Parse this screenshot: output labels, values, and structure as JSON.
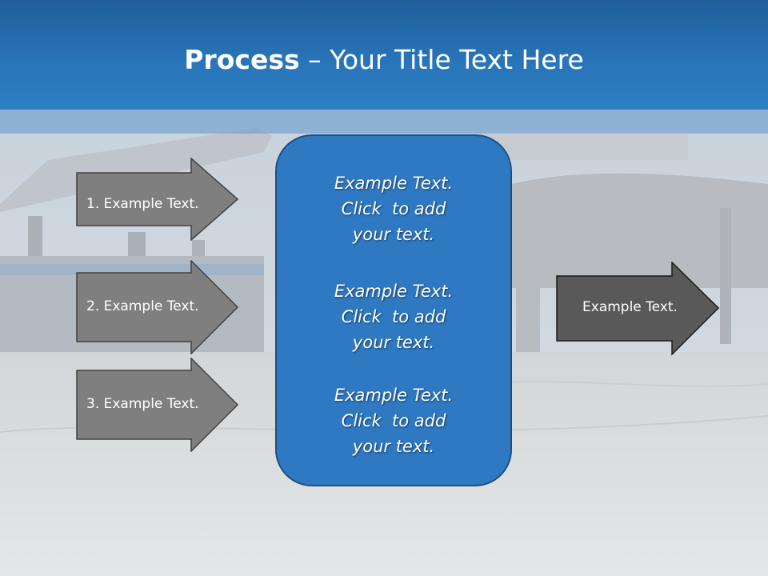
{
  "title": {
    "bold": "Process",
    "rest": " – Your Title Text Here"
  },
  "left_arrows": [
    {
      "label": "1. Example Text."
    },
    {
      "label": "2. Example Text."
    },
    {
      "label": "3. Example Text."
    }
  ],
  "center_blocks": [
    {
      "lines": [
        "Example Text.",
        "Click  to add",
        "your text."
      ]
    },
    {
      "lines": [
        "Example Text.",
        "Click  to add",
        "your text."
      ]
    },
    {
      "lines": [
        "Example Text.",
        "Click  to add",
        "your text."
      ]
    }
  ],
  "right_arrow": {
    "label": "Example Text."
  },
  "colors": {
    "title_bar": "#2874b8",
    "left_arrow_fill": "#7f7f7f",
    "right_arrow_fill": "#595959",
    "center_box_fill": "#2f79c2",
    "center_box_border": "#1f4e80"
  }
}
